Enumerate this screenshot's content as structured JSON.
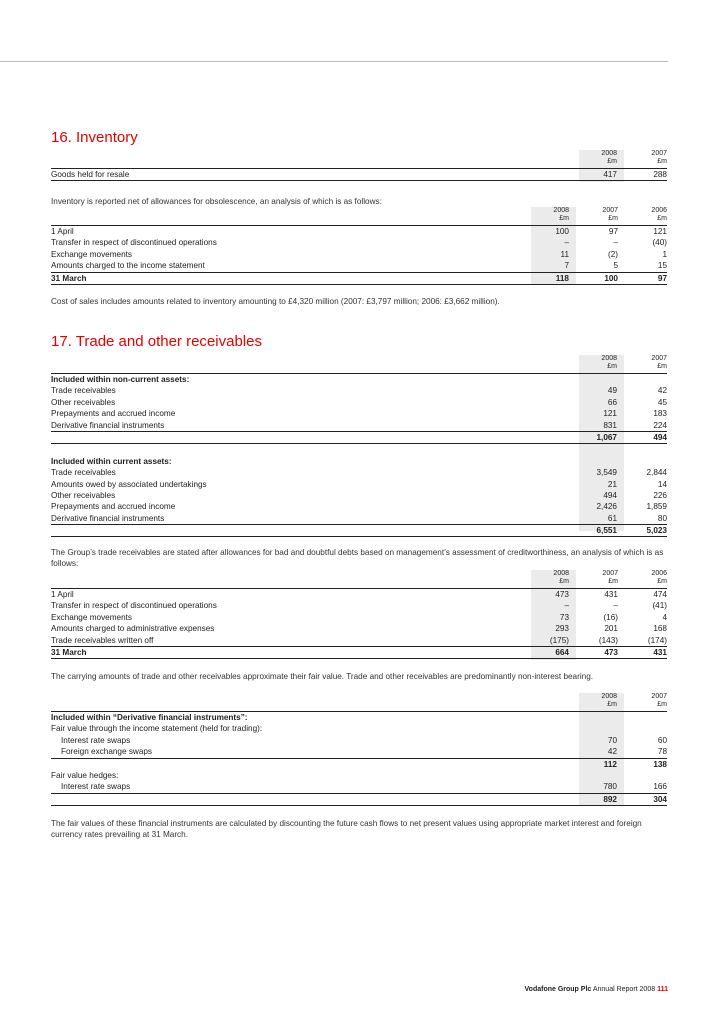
{
  "inventory": {
    "title": "16. Inventory",
    "table1": {
      "headers": [
        {
          "year": "2008",
          "unit": "£m"
        },
        {
          "year": "2007",
          "unit": "£m"
        }
      ],
      "rows": [
        {
          "label": "Goods held for resale",
          "values": [
            "417",
            "288"
          ]
        }
      ]
    },
    "note1": "Inventory is reported net of allowances for obsolescence, an analysis of which is as follows:",
    "table2": {
      "headers": [
        {
          "year": "2008",
          "unit": "£m"
        },
        {
          "year": "2007",
          "unit": "£m"
        },
        {
          "year": "2006",
          "unit": "£m"
        }
      ],
      "rows": [
        {
          "label": "1 April",
          "values": [
            "100",
            "97",
            "121"
          ]
        },
        {
          "label": "Transfer in respect of discontinued operations",
          "values": [
            "–",
            "–",
            "(40)"
          ]
        },
        {
          "label": "Exchange movements",
          "values": [
            "11",
            "(2)",
            "1"
          ]
        },
        {
          "label": "Amounts charged to the income statement",
          "values": [
            "7",
            "5",
            "15"
          ]
        },
        {
          "label": "31 March",
          "values": [
            "118",
            "100",
            "97"
          ]
        }
      ]
    },
    "note2": "Cost of sales includes amounts related to inventory amounting to £4,320 million (2007: £3,797 million; 2006: £3,662 million)."
  },
  "receivables": {
    "title": "17. Trade and other receivables",
    "table1": {
      "headers": [
        {
          "year": "2008",
          "unit": "£m"
        },
        {
          "year": "2007",
          "unit": "£m"
        }
      ],
      "noncurrent_heading": "Included within non-current assets:",
      "noncurrent_rows": [
        {
          "label": "Trade receivables",
          "values": [
            "49",
            "42"
          ]
        },
        {
          "label": "Other receivables",
          "values": [
            "66",
            "45"
          ]
        },
        {
          "label": "Prepayments and accrued income",
          "values": [
            "121",
            "183"
          ]
        },
        {
          "label": "Derivative financial instruments",
          "values": [
            "831",
            "224"
          ]
        }
      ],
      "noncurrent_total": [
        "1,067",
        "494"
      ],
      "current_heading": "Included within current assets:",
      "current_rows": [
        {
          "label": "Trade receivables",
          "values": [
            "3,549",
            "2,844"
          ]
        },
        {
          "label": "Amounts owed by associated undertakings",
          "values": [
            "21",
            "14"
          ]
        },
        {
          "label": "Other receivables",
          "values": [
            "494",
            "226"
          ]
        },
        {
          "label": "Prepayments and accrued income",
          "values": [
            "2,426",
            "1,859"
          ]
        },
        {
          "label": "Derivative financial instruments",
          "values": [
            "61",
            "80"
          ]
        }
      ],
      "current_total": [
        "6,551",
        "5,023"
      ]
    },
    "note1": "The Group’s trade receivables are stated after allowances for bad and doubtful debts based on management’s assessment of creditworthiness, an analysis of which is as follows:",
    "table2": {
      "headers": [
        {
          "year": "2008",
          "unit": "£m"
        },
        {
          "year": "2007",
          "unit": "£m"
        },
        {
          "year": "2006",
          "unit": "£m"
        }
      ],
      "rows": [
        {
          "label": "1 April",
          "values": [
            "473",
            "431",
            "474"
          ]
        },
        {
          "label": "Transfer in respect of discontinued operations",
          "values": [
            "–",
            "–",
            "(41)"
          ]
        },
        {
          "label": "Exchange movements",
          "values": [
            "73",
            "(16)",
            "4"
          ]
        },
        {
          "label": "Amounts charged to administrative expenses",
          "values": [
            "293",
            "201",
            "168"
          ]
        },
        {
          "label": "Trade receivables written off",
          "values": [
            "(175)",
            "(143)",
            "(174)"
          ]
        },
        {
          "label": "31 March",
          "values": [
            "664",
            "473",
            "431"
          ]
        }
      ]
    },
    "note2": "The carrying amounts of trade and other receivables approximate their fair value. Trade and other receivables are predominantly non-interest bearing.",
    "table3": {
      "headers": [
        {
          "year": "2008",
          "unit": "£m"
        },
        {
          "year": "2007",
          "unit": "£m"
        }
      ],
      "heading": "Included within “Derivative financial instruments”:",
      "sub1": "Fair value through the income statement (held for trading):",
      "sub1_rows": [
        {
          "label": "Interest rate swaps",
          "values": [
            "70",
            "60"
          ]
        },
        {
          "label": "Foreign exchange swaps",
          "values": [
            "42",
            "78"
          ]
        }
      ],
      "sub1_total": [
        "112",
        "138"
      ],
      "sub2": "Fair value hedges:",
      "sub2_rows": [
        {
          "label": "Interest rate swaps",
          "values": [
            "780",
            "166"
          ]
        }
      ],
      "total": [
        "892",
        "304"
      ]
    },
    "note3": "The fair values of these financial instruments are calculated by discounting the future cash flows to net present values using appropriate market interest and foreign currency rates prevailing at 31 March."
  },
  "footer": {
    "company": "Vodafone Group Plc",
    "report": "Annual Report 2008",
    "page": "111"
  }
}
